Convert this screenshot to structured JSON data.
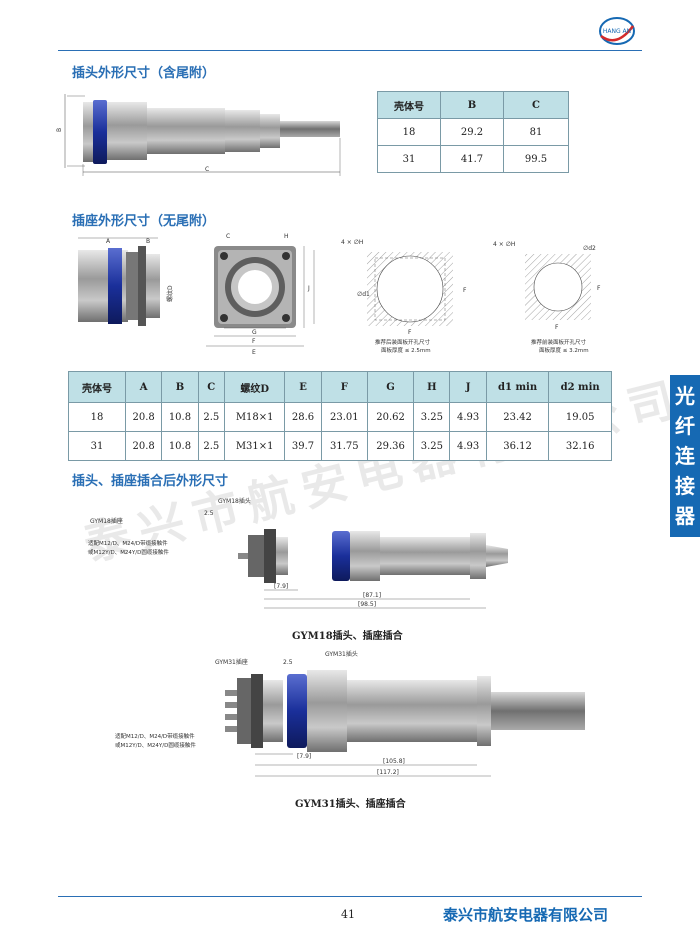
{
  "logo_text": "HANG AN",
  "sections": {
    "plug": "插头外形尺寸（含尾附）",
    "socket": "插座外形尺寸（无尾附）",
    "mated": "插头、插座插合后外形尺寸"
  },
  "plug_table": {
    "headers": [
      "壳体号",
      "B",
      "C"
    ],
    "rows": [
      [
        "18",
        "29.2",
        "81"
      ],
      [
        "31",
        "41.7",
        "99.5"
      ]
    ]
  },
  "socket_table": {
    "headers": [
      "壳体号",
      "A",
      "B",
      "C",
      "螺纹D",
      "E",
      "F",
      "G",
      "H",
      "J",
      "d1 min",
      "d2 min"
    ],
    "rows": [
      [
        "18",
        "20.8",
        "10.8",
        "2.5",
        "M18×1",
        "28.6",
        "23.01",
        "20.62",
        "3.25",
        "4.93",
        "23.42",
        "19.05"
      ],
      [
        "31",
        "20.8",
        "10.8",
        "2.5",
        "M31×1",
        "39.7",
        "31.75",
        "29.36",
        "3.25",
        "4.93",
        "36.12",
        "32.16"
      ]
    ]
  },
  "drawing_labels": {
    "plug_b": "B",
    "plug_c": "C",
    "sock_a": "A",
    "sock_b": "B",
    "sock_d": "螺纹D",
    "face_c": "C",
    "face_h": "H",
    "face_g": "G",
    "face_f": "F",
    "face_e": "E",
    "face_j": "J",
    "cut1_hole": "4 × ∅H",
    "cut1_d": "∅d1",
    "cut1_f": "F",
    "cut1_note1": "推荐后装面板开孔尺寸",
    "cut1_note2": "面板厚度 ≤ 2.5mm",
    "cut2_hole": "4 × ∅H",
    "cut2_d": "∅d2",
    "cut2_f": "F",
    "cut2_note1": "推荐前装面板开孔尺寸",
    "cut2_note2": "面板厚度 ≤ 3.2mm"
  },
  "mated18": {
    "socket_label": "GYM18插座",
    "plug_label": "GYM18插头",
    "dim_small": "2.5",
    "note1": "适配M12/D、M24/D带缆接触件",
    "note2": "或M12Y/D、M24Y/D圆缆接触件",
    "dim1": "[7.9]",
    "dim2": "[87.1]",
    "dim3": "[98.5]",
    "caption": "GYM18插头、插座插合"
  },
  "mated31": {
    "socket_label": "GYM31插座",
    "plug_label": "GYM31插头",
    "dim_small": "2.5",
    "note1": "适配M12/D、M24/D带缆接触件",
    "note2": "或M12Y/D、M24Y/D圆缆接触件",
    "dim1": "[7.9]",
    "dim2": "[105.8]",
    "dim3": "[117.2]",
    "caption": "GYM31插头、插座插合"
  },
  "watermark": "泰兴市航安电器有限公司",
  "side_tab": [
    "光",
    "纤",
    "连",
    "接",
    "器"
  ],
  "footer": {
    "page": "41",
    "company": "泰兴市航安电器有限公司"
  },
  "colors": {
    "accent_blue": "#1669b3",
    "title_blue": "#2a6fb5",
    "table_header": "#bfe0e6"
  }
}
